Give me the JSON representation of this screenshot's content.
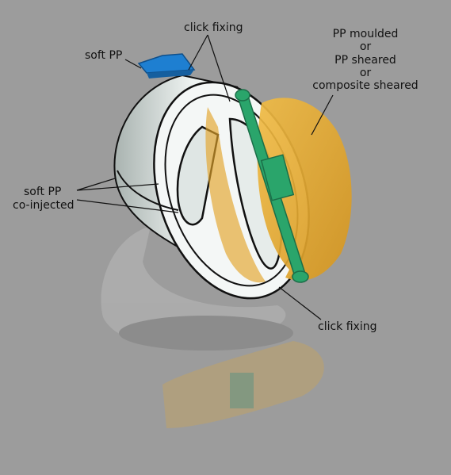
{
  "labels": {
    "click_fixing_top": "click fixing",
    "soft_pp_top": "soft PP",
    "material_options": [
      "PP moulded",
      "or",
      "PP sheared",
      "or",
      "composite sheared"
    ],
    "soft_pp_side": "soft PP",
    "co_injected": "co-injected",
    "click_fixing_bottom": "click fixing"
  },
  "colors": {
    "background": "#9c9c9c",
    "housing": "#eef3f1",
    "housing_outline": "#111111",
    "seal_blue": "#1e7fd1",
    "flap_orange": "#e3a52a",
    "axle_green": "#2aa56b",
    "shadow": "#6f6f6f"
  }
}
